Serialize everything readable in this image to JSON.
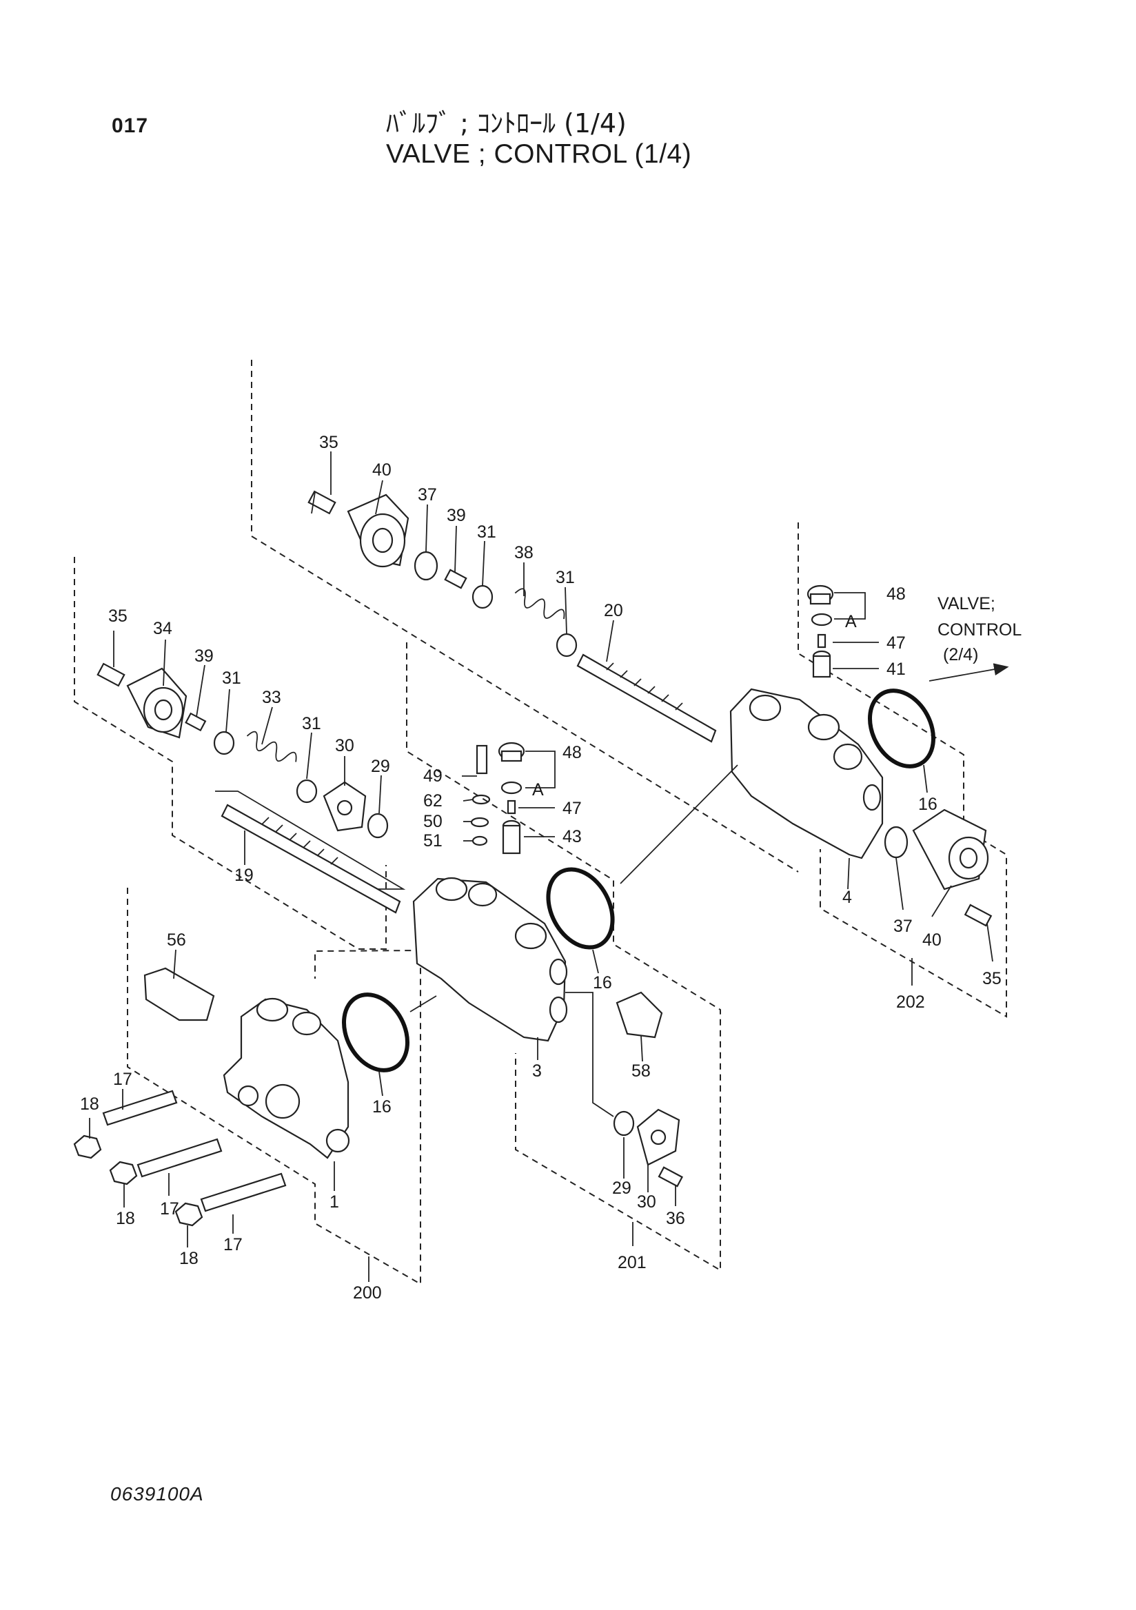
{
  "header": {
    "page_number": "017",
    "title_jp": "ﾊﾞﾙﾌﾞ ; ｺﾝﾄﾛｰﾙ (1/4)",
    "title_en": "VALVE ; CONTROL (1/4)"
  },
  "footer": {
    "drawing_number": "0639100A"
  },
  "reference": {
    "line1": "VALVE;",
    "line2": "CONTROL",
    "line3": "(2/4)"
  },
  "callouts": {
    "c35a": "35",
    "c40a": "40",
    "c37a": "37",
    "c39a": "39",
    "c31a": "31",
    "c38": "38",
    "c31b": "31",
    "c20": "20",
    "c48a": "48",
    "cAa": "A",
    "c47a": "47",
    "c41": "41",
    "c16a": "16",
    "c4": "4",
    "c37b": "37",
    "c40b": "40",
    "c35c": "35",
    "c202": "202",
    "c35b": "35",
    "c34": "34",
    "c39b": "39",
    "c31c": "31",
    "c33": "33",
    "c31d": "31",
    "c30a": "30",
    "c29a": "29",
    "c19": "19",
    "c49": "49",
    "c62": "62",
    "c50": "50",
    "c51": "51",
    "c48b": "48",
    "cAb": "A",
    "c47b": "47",
    "c43": "43",
    "c16b": "16",
    "c3": "3",
    "c58": "58",
    "c29b": "29",
    "c30b": "30",
    "c36": "36",
    "c201": "201",
    "c56": "56",
    "c16c": "16",
    "c1": "1",
    "c200": "200",
    "c17a": "17",
    "c18a": "18",
    "c18b": "18",
    "c17b": "17",
    "c17c": "17",
    "c18c": "18"
  }
}
